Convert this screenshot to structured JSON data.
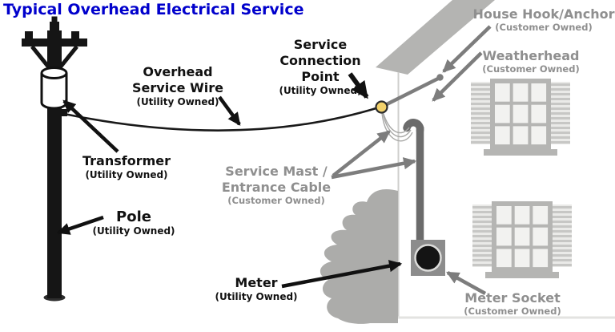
{
  "title": "Typical Overhead Electrical Service",
  "colors": {
    "title_blue": "#0000CC",
    "utility_label_black": "#111111",
    "customer_label_gray": "#8F8F8F",
    "house_gray": "#B4B4B2",
    "mast_gray": "#6B6B6B",
    "meter_socket_gray": "#8C8C8C",
    "connection_dot_yellow": "#F3D26B",
    "bush_gray": "#ACACAA"
  },
  "labels": {
    "overhead_service_wire": {
      "lines": [
        "Overhead",
        "Service Wire"
      ],
      "owner": "(Utility Owned)"
    },
    "transformer": {
      "lines": [
        "Transformer"
      ],
      "owner": "(Utility Owned)"
    },
    "pole": {
      "lines": [
        "Pole"
      ],
      "owner": "(Utility Owned)"
    },
    "service_connection_point": {
      "lines": [
        "Service",
        "Connection",
        "Point"
      ],
      "owner": "(Utility Owned)"
    },
    "meter": {
      "lines": [
        "Meter"
      ],
      "owner": "(Utility Owned)"
    },
    "house_hook": {
      "lines": [
        "House Hook/Anchor"
      ],
      "owner": "(Customer Owned)"
    },
    "weatherhead": {
      "lines": [
        "Weatherhead"
      ],
      "owner": "(Customer Owned)"
    },
    "service_mast": {
      "lines": [
        "Service Mast /",
        "Entrance Cable"
      ],
      "owner": "(Customer Owned)"
    },
    "meter_socket": {
      "lines": [
        "Meter Socket"
      ],
      "owner": "(Customer Owned)"
    }
  }
}
